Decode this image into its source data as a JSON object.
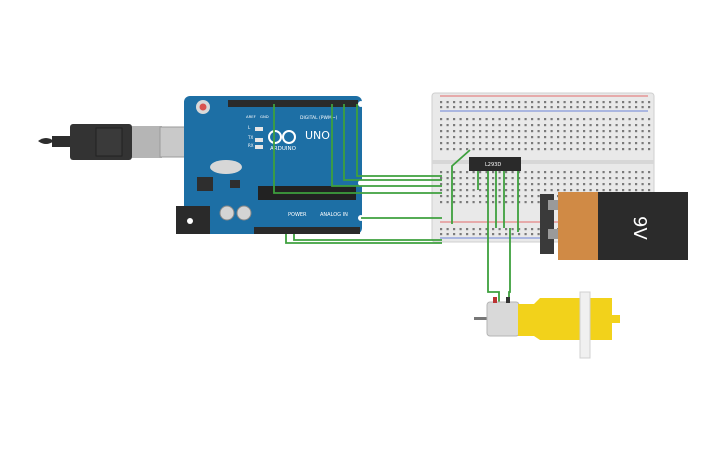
{
  "arduino": {
    "brand": "ARDUINO",
    "model": "UNO",
    "digital_header_label": "DIGITAL (PWM~)",
    "power_header_label": "POWER",
    "analog_header_label": "ANALOG IN",
    "tx_label": "TX",
    "rx_label": "RX",
    "l_label": "L",
    "aref_label": "AREF",
    "gnd_label": "GND"
  },
  "ic": {
    "label": "L293D"
  },
  "battery": {
    "label": "9V"
  },
  "colors": {
    "board_blue": "#1d6fa5",
    "wire_green": "#3ea03e",
    "breadboard": "#e9e9e9",
    "battery_orange": "#d08a45",
    "battery_black": "#2b2b2b",
    "motor_yellow": "#f2d21b"
  }
}
